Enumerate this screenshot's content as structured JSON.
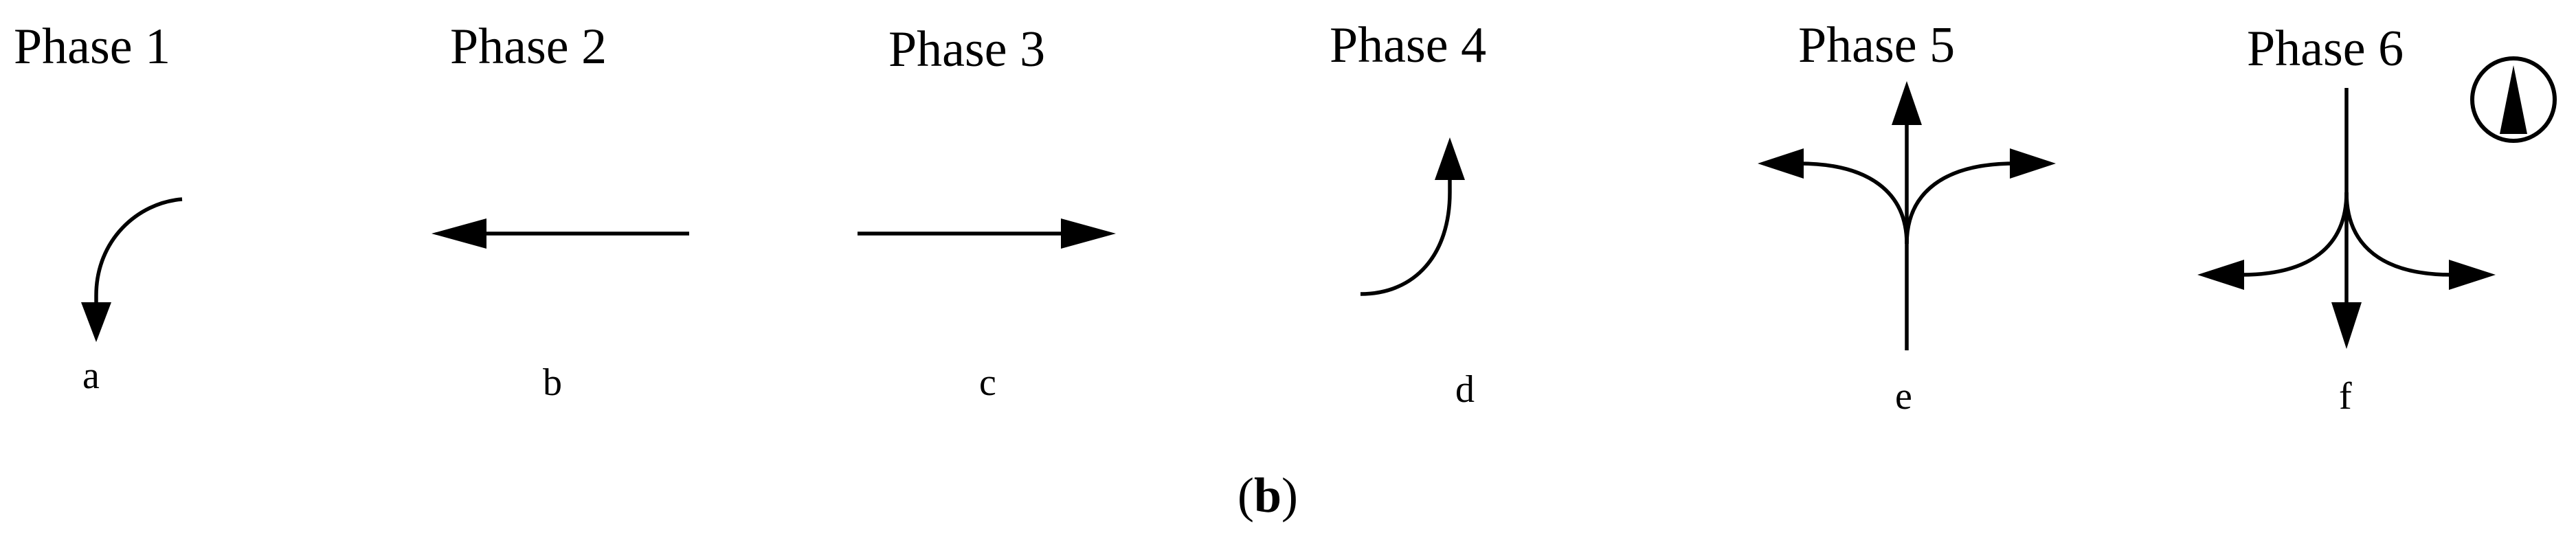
{
  "diagram": {
    "phases": [
      {
        "id": "phase-1",
        "title": "Phase 1",
        "letter": "a",
        "movement": "left-turn curving down"
      },
      {
        "id": "phase-2",
        "title": "Phase 2",
        "letter": "b",
        "movement": "straight arrow pointing left"
      },
      {
        "id": "phase-3",
        "title": "Phase 3",
        "letter": "c",
        "movement": "straight arrow pointing right"
      },
      {
        "id": "phase-4",
        "title": "Phase 4",
        "letter": "d",
        "movement": "curve turning up"
      },
      {
        "id": "phase-5",
        "title": "Phase 5",
        "letter": "e",
        "movement": "northbound left, through and right"
      },
      {
        "id": "phase-6",
        "title": "Phase 6",
        "letter": "f",
        "movement": "southbound left, through and right"
      }
    ],
    "caption": {
      "open": "(",
      "label": "b",
      "close": ")"
    },
    "north_indicator": "north-arrow-icon"
  }
}
